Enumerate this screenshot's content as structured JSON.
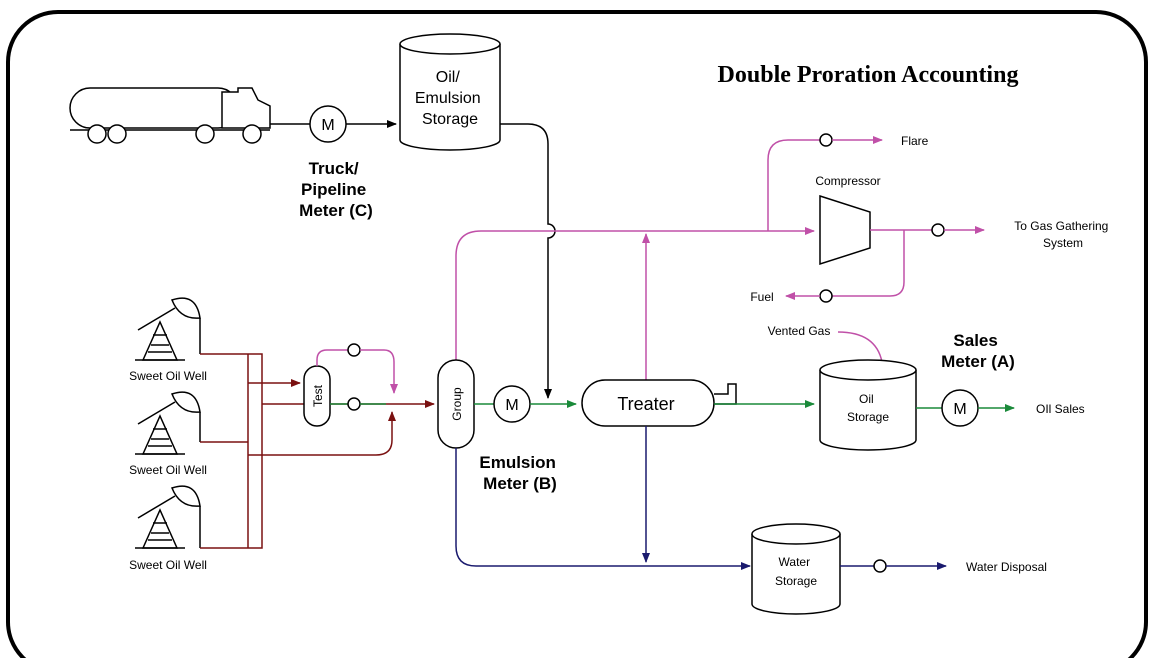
{
  "title": "Double Proration Accounting",
  "colors": {
    "gas": "#c050a8",
    "oil": "#1a8a3a",
    "emulsion_well": "#7a1010",
    "water": "#1a1a6e",
    "outline": "#000000"
  },
  "labels": {
    "storage_top_line1": "Oil/",
    "storage_top_line2": "Emulsion",
    "storage_top_line3": "Storage",
    "meter_letter": "M",
    "truck_meter_line1": "Truck/",
    "truck_meter_line2": "Pipeline",
    "truck_meter_line3": "Meter (C)",
    "flare": "Flare",
    "compressor": "Compressor",
    "gas_gathering_line1": "To Gas Gathering",
    "gas_gathering_line2": "System",
    "fuel": "Fuel",
    "vented_gas": "Vented Gas",
    "sales_meter_line1": "Sales",
    "sales_meter_line2": "Meter (A)",
    "well_1": "Sweet Oil Well",
    "well_2": "Sweet Oil Well",
    "well_3": "Sweet Oil Well",
    "test": "Test",
    "group": "Group",
    "treater": "Treater",
    "oil_storage_line1": "Oil",
    "oil_storage_line2": "Storage",
    "oil_sales": "OIl Sales",
    "emulsion_meter_line1": "Emulsion",
    "emulsion_meter_line2": "Meter (B)",
    "water_storage_line1": "Water",
    "water_storage_line2": "Storage",
    "water_disposal": "Water Disposal"
  }
}
